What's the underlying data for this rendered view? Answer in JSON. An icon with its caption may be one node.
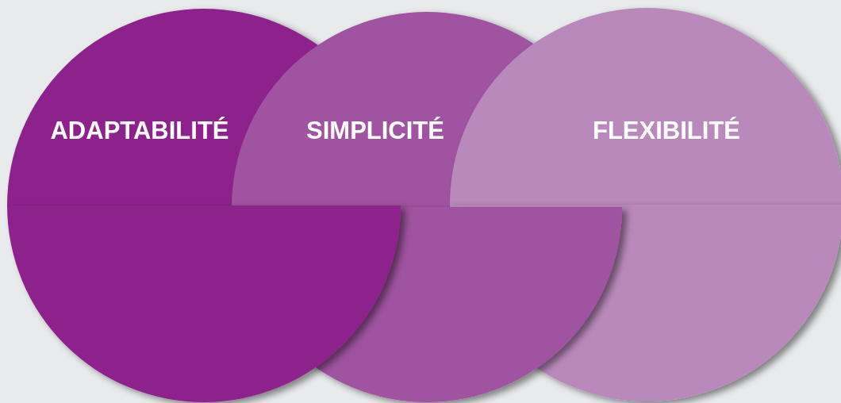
{
  "diagram": {
    "nodes": [
      {
        "text": [
          "ADAPTABILITÉ"
        ]
      },
      {
        "text": [
          "SIMPLICITÉ"
        ]
      },
      {
        "text": [
          "FLEXIBILITÉ"
        ]
      }
    ]
  }
}
